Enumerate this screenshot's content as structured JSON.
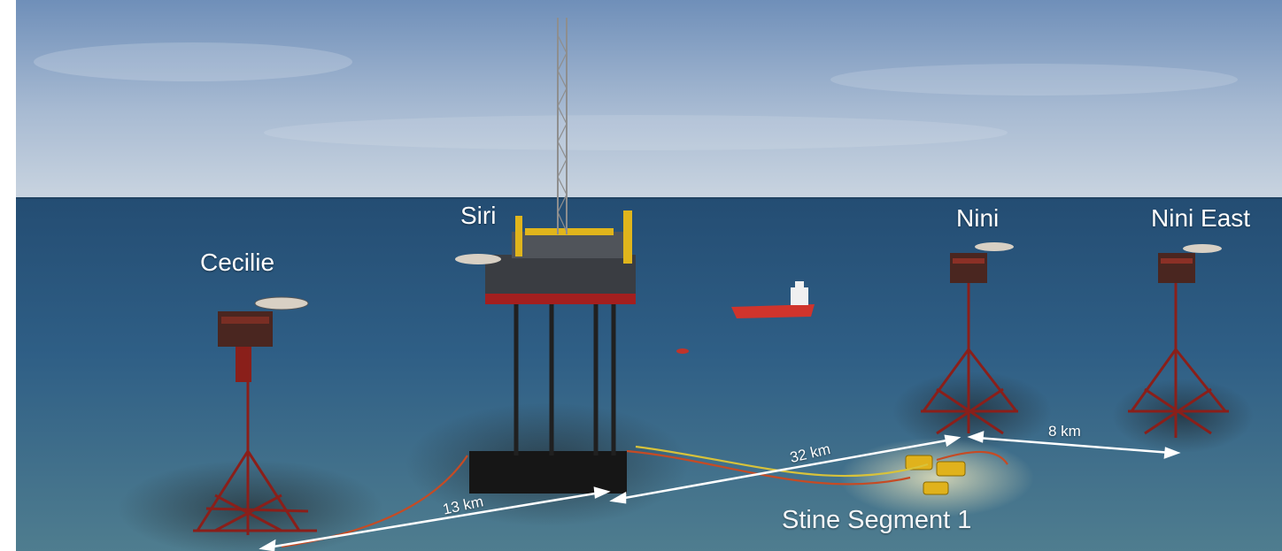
{
  "labels": {
    "cecilie": "Cecilie",
    "siri": "Siri",
    "nini": "Nini",
    "nini_east": "Nini East",
    "stine": "Stine Segment 1"
  },
  "distances": {
    "cecilie_siri": "13 km",
    "siri_nini": "32 km",
    "nini_nini_east": "8 km"
  },
  "colors": {
    "sky": "#b7c8dc",
    "sea": "#2c5a82",
    "structure": "#8a1f1a",
    "ship": "#d0342c"
  }
}
